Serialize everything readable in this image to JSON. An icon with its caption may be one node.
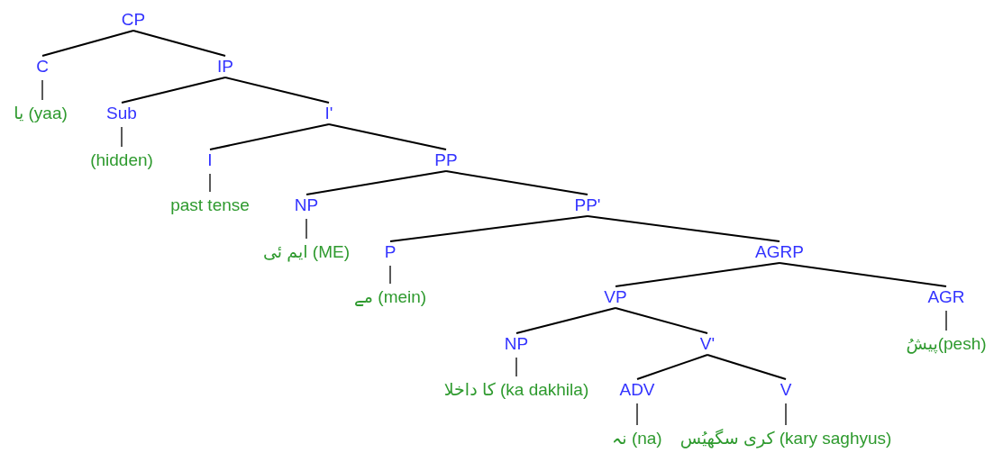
{
  "diagram": {
    "nodes": [
      {
        "text": [
          "CP"
        ]
      },
      {
        "text": [
          "C"
        ]
      },
      {
        "text": [
          "IP"
        ]
      },
      {
        "text": [
          "یا (yaa)"
        ]
      },
      {
        "text": [
          "Sub"
        ]
      },
      {
        "text": [
          "I'"
        ]
      },
      {
        "text": [
          "(hidden)"
        ]
      },
      {
        "text": [
          "I"
        ]
      },
      {
        "text": [
          "PP"
        ]
      },
      {
        "text": [
          "past tense"
        ]
      },
      {
        "text": [
          "NP"
        ]
      },
      {
        "text": [
          "PP'"
        ]
      },
      {
        "text": [
          "ایم ئی (ME)"
        ]
      },
      {
        "text": [
          "P"
        ]
      },
      {
        "text": [
          "AGRP"
        ]
      },
      {
        "text": [
          "مے (mein)"
        ]
      },
      {
        "text": [
          "VP"
        ]
      },
      {
        "text": [
          "AGR"
        ]
      },
      {
        "text": [
          "NP"
        ]
      },
      {
        "text": [
          "V'"
        ]
      },
      {
        "text": [
          "پیشُ(pesh)"
        ]
      },
      {
        "text": [
          "کا داخلا (ka dakhila)"
        ]
      },
      {
        "text": [
          "ADV"
        ]
      },
      {
        "text": [
          "V"
        ]
      },
      {
        "text": [
          "نہ (na)"
        ]
      },
      {
        "text": [
          "کری سگھیُس (kary saghyus)"
        ]
      }
    ],
    "edges": [
      {
        "from": 0,
        "to": 1,
        "arrow": "none"
      },
      {
        "from": 0,
        "to": 2,
        "arrow": "none"
      },
      {
        "from": 1,
        "to": 3,
        "arrow": "none"
      },
      {
        "from": 2,
        "to": 4,
        "arrow": "none"
      },
      {
        "from": 2,
        "to": 5,
        "arrow": "none"
      },
      {
        "from": 4,
        "to": 6,
        "arrow": "none"
      },
      {
        "from": 5,
        "to": 7,
        "arrow": "none"
      },
      {
        "from": 5,
        "to": 8,
        "arrow": "none"
      },
      {
        "from": 7,
        "to": 9,
        "arrow": "none"
      },
      {
        "from": 8,
        "to": 10,
        "arrow": "none"
      },
      {
        "from": 8,
        "to": 11,
        "arrow": "none"
      },
      {
        "from": 10,
        "to": 12,
        "arrow": "none"
      },
      {
        "from": 11,
        "to": 13,
        "arrow": "none"
      },
      {
        "from": 11,
        "to": 14,
        "arrow": "none"
      },
      {
        "from": 13,
        "to": 15,
        "arrow": "none"
      },
      {
        "from": 14,
        "to": 16,
        "arrow": "none"
      },
      {
        "from": 14,
        "to": 17,
        "arrow": "none"
      },
      {
        "from": 16,
        "to": 18,
        "arrow": "none"
      },
      {
        "from": 16,
        "to": 19,
        "arrow": "none"
      },
      {
        "from": 17,
        "to": 20,
        "arrow": "none"
      },
      {
        "from": 18,
        "to": 21,
        "arrow": "none"
      },
      {
        "from": 19,
        "to": 22,
        "arrow": "none"
      },
      {
        "from": 19,
        "to": 23,
        "arrow": "none"
      },
      {
        "from": 22,
        "to": 24,
        "arrow": "none"
      },
      {
        "from": 23,
        "to": 25,
        "arrow": "none"
      }
    ]
  }
}
